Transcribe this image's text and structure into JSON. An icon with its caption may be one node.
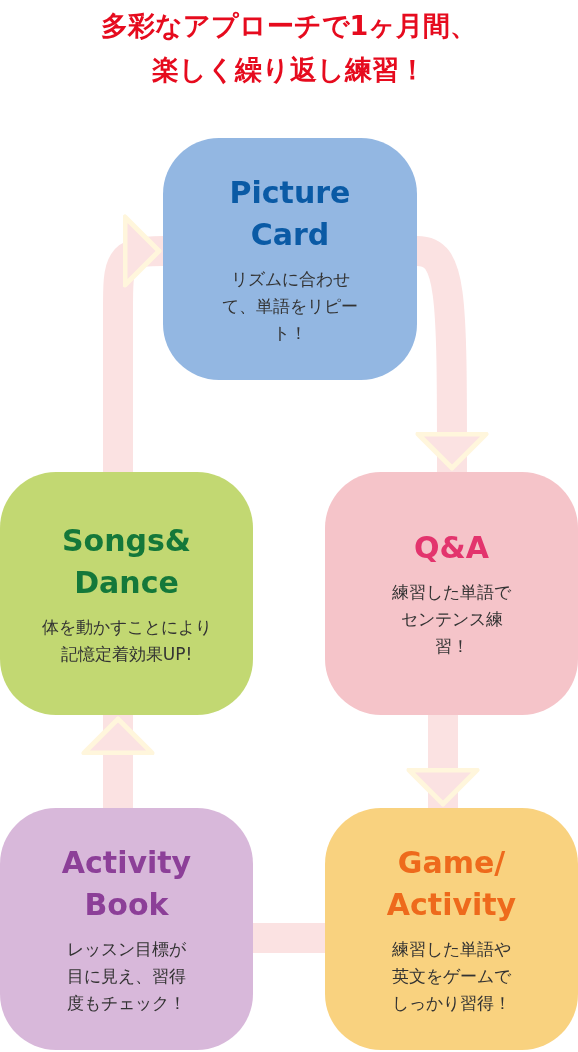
{
  "diagram": {
    "title": "多彩なアプローチで1ヶ月間、楽しく繰り返し練習！",
    "nodes": [
      {
        "text": [
          "Picture Card",
          "リズムに合わせて、単語をリピート！"
        ]
      },
      {
        "text": [
          "Songs& Dance",
          "体を動かすことにより記憶定着効果UP!"
        ]
      },
      {
        "text": [
          "Q&A",
          "練習した単語でセンテンス練習！"
        ]
      },
      {
        "text": [
          "Activity Book",
          "レッスン目標が目に見え、習得度もチェック！"
        ]
      },
      {
        "text": [
          "Game/ Activity",
          "練習した単語や英文をゲームでしっかり習得！"
        ]
      }
    ],
    "edges": [
      {
        "from": 0,
        "to": 2,
        "arrow": "to"
      },
      {
        "from": 2,
        "to": 4,
        "arrow": "to"
      },
      {
        "from": 3,
        "to": 4,
        "arrow": "none"
      },
      {
        "from": 3,
        "to": 1,
        "arrow": "to"
      },
      {
        "from": 1,
        "to": 0,
        "arrow": "to"
      }
    ]
  }
}
